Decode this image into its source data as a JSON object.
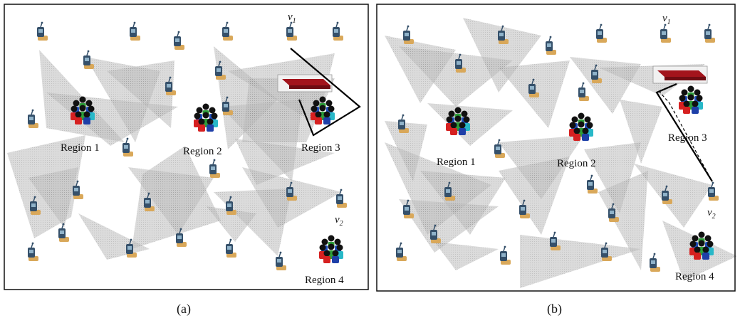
{
  "panels": [
    {
      "caption": "(a)",
      "regions": [
        "Region 1",
        "Region 2",
        "Region 3",
        "Region 4"
      ],
      "vertices": [
        {
          "base": "v",
          "sub": "1"
        },
        {
          "base": "v",
          "sub": "2"
        }
      ]
    },
    {
      "caption": "(b)",
      "regions": [
        "Region 1",
        "Region 2",
        "Region 3",
        "Region 4"
      ],
      "vertices": [
        {
          "base": "v",
          "sub": "1"
        },
        {
          "base": "v",
          "sub": "2"
        }
      ]
    }
  ],
  "icons": {
    "sensor": "sensor-node-icon",
    "people": "people-group-icon",
    "uav": "uav-platform-icon"
  },
  "colors": {
    "coverage": "#a9a9a9",
    "frame": "#111111",
    "path": "#000000",
    "uav": "#a3141c"
  }
}
